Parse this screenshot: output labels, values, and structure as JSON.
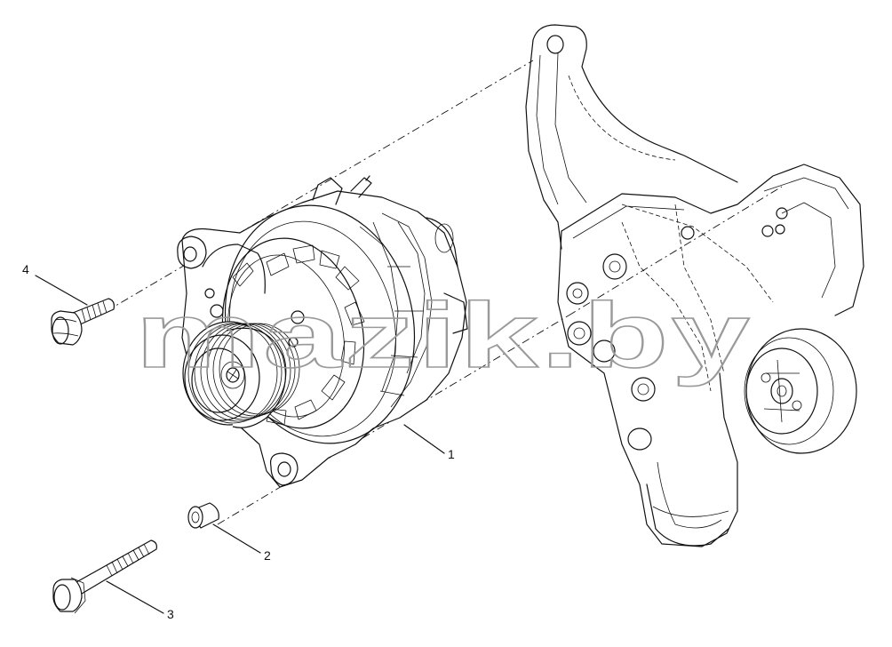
{
  "watermark": "mazik.by",
  "callouts": [
    {
      "number": "1",
      "part": "alternator"
    },
    {
      "number": "2",
      "part": "spacer-bushing"
    },
    {
      "number": "3",
      "part": "long-bolt"
    },
    {
      "number": "4",
      "part": "short-bolt"
    }
  ]
}
